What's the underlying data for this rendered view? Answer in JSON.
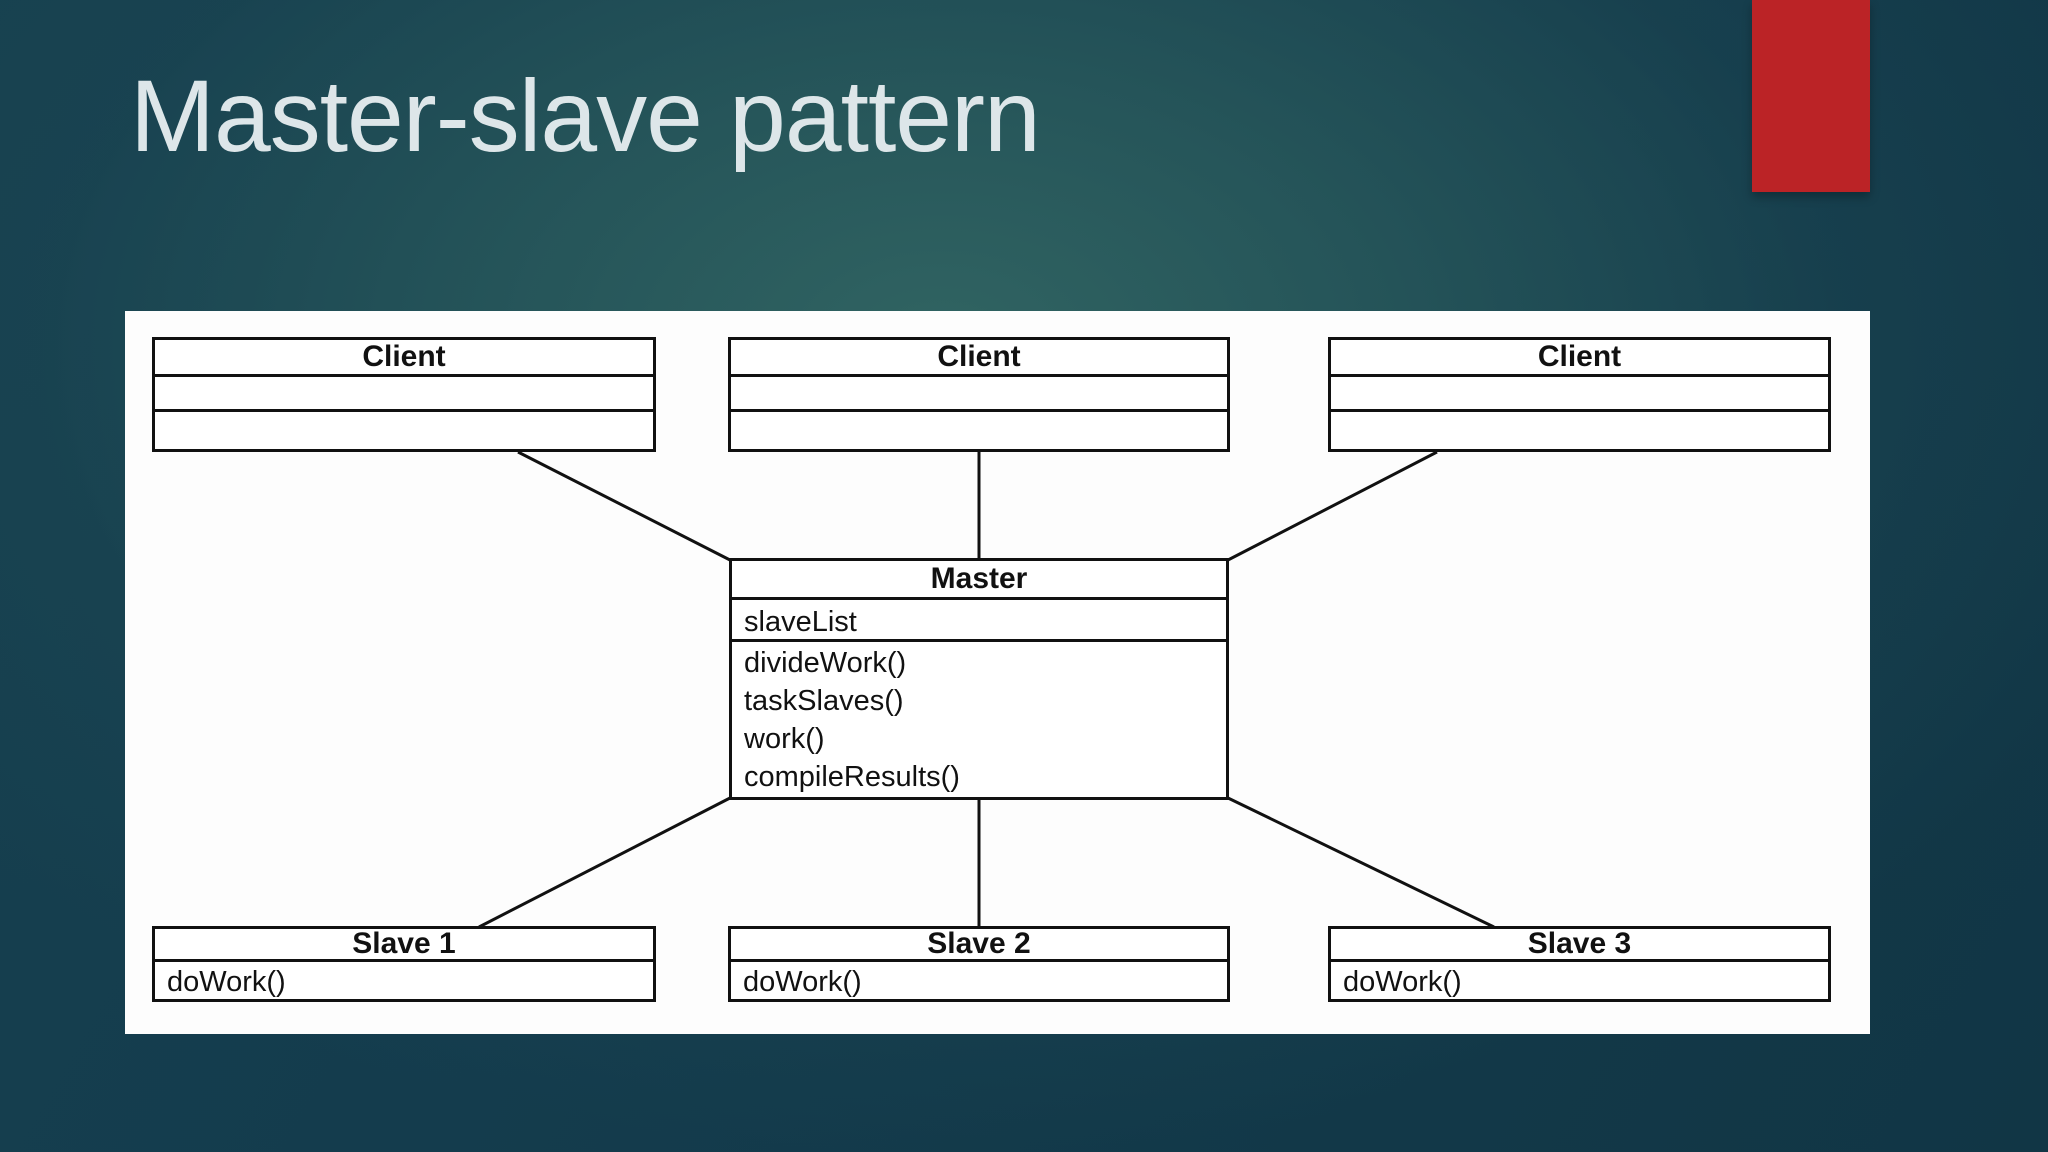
{
  "slide": {
    "title": "Master-slave pattern",
    "title_color": "#dde6e9",
    "accent_bar_color": "#bb2326",
    "background_teal_dark": "#123a4b",
    "background_teal_green": "#326662",
    "panel_color": "#fdfdfd",
    "line_color": "#111111"
  },
  "diagram": {
    "clients": [
      {
        "name": "Client"
      },
      {
        "name": "Client"
      },
      {
        "name": "Client"
      }
    ],
    "master": {
      "name": "Master",
      "attributes": [
        "slaveList"
      ],
      "methods": [
        "divideWork()",
        "taskSlaves()",
        "work()",
        "compileResults()"
      ]
    },
    "slaves": [
      {
        "name": "Slave 1",
        "methods": [
          "doWork()"
        ]
      },
      {
        "name": "Slave 2",
        "methods": [
          "doWork()"
        ]
      },
      {
        "name": "Slave 3",
        "methods": [
          "doWork()"
        ]
      }
    ]
  }
}
